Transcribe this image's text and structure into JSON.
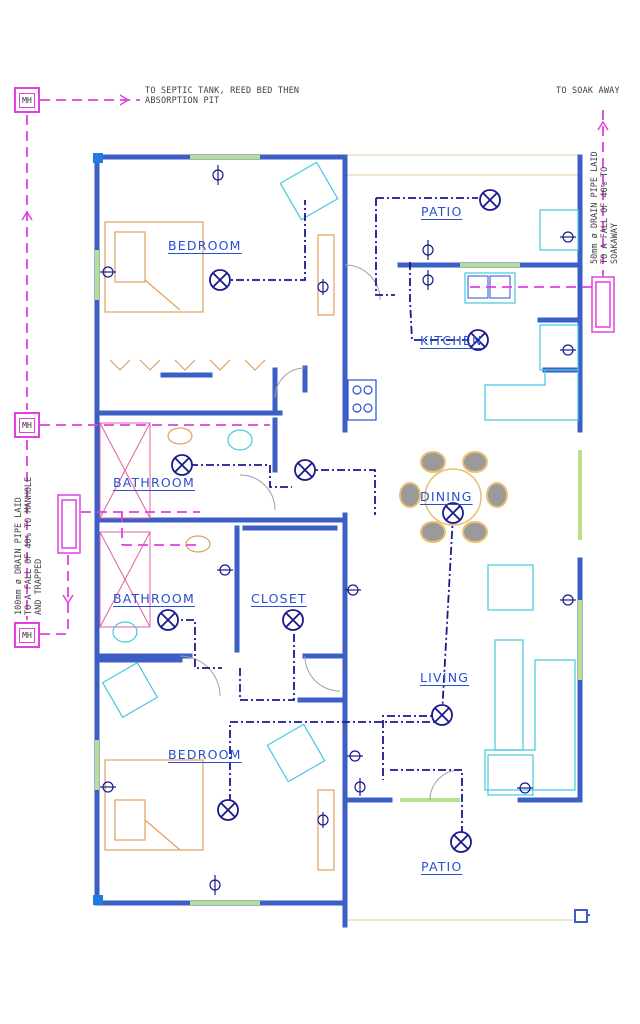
{
  "rooms": {
    "bedroom_top": "BEDROOM",
    "bathroom_1": "BATHROOM",
    "bathroom_2": "BATHROOM",
    "closet": "CLOSET",
    "bedroom_bottom": "BEDROOM",
    "patio_top": "PATIO",
    "kitchen": "KITCHEN",
    "dining": "DINING",
    "living": "LIVING",
    "patio_bottom": "PATIO"
  },
  "notes": {
    "septic_line1": "TO SEPTIC TANK, REED BED THEN",
    "septic_line2": "ABSORPTION PIT",
    "soakaway_top": "TO SOAK AWAY",
    "drain50_line1": "50mm ø DRAIN PIPE LAID",
    "drain50_line2": "TO A FALL OF 40% TO",
    "drain50_line3": "SOAKAWAY",
    "drain100_line1": "100mm ø DRAIN PIPE LAID",
    "drain100_line2": "TO A FALL OF 40% TO MANHOLE",
    "drain100_line3": "AND TRAPPED"
  },
  "manholes": {
    "label": "MH"
  },
  "colors": {
    "wall": "#3b5fc4",
    "drain": "#e040e0",
    "wiring": "#1a1a8c",
    "furniture": "#44c8e0",
    "wardrobe": "#e0a060",
    "window": "#b8e08a"
  }
}
